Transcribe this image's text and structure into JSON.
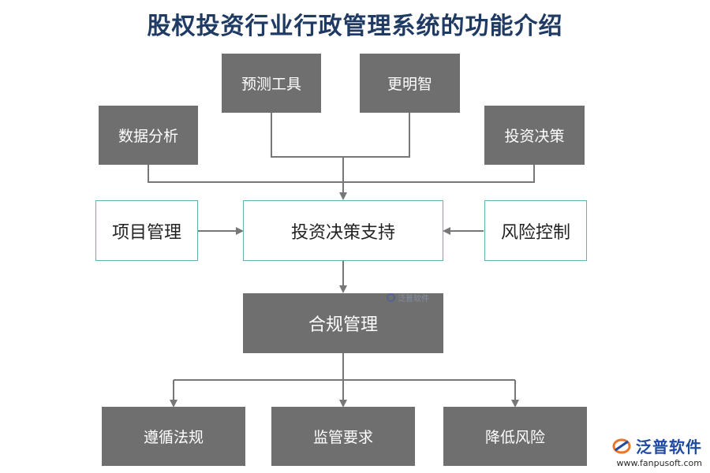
{
  "title": "股权投资行业行政管理系统的功能介绍",
  "colors": {
    "dark_box": "#6f6f6f",
    "outline_border": "#5fb3b3",
    "connector": "#777777",
    "title": "#1f3a63",
    "logo": "#1f4aa0"
  },
  "top_inputs": {
    "predict_tools": "预测工具",
    "bi": "更明智",
    "data_analysis": "数据分析",
    "investment_decision": "投资决策"
  },
  "middle": {
    "project_mgmt": "项目管理",
    "decision_support": "投资决策支持",
    "risk_control": "风险控制"
  },
  "compliance": "合规管理",
  "bottom_outputs": {
    "follow_regulations": "遵循法规",
    "regulatory_requirements": "监管要求",
    "reduce_risk": "降低风险"
  },
  "watermark_center": "泛普软件",
  "logo": {
    "name": "泛普软件",
    "url_text": "www.fanpusoft.com",
    "icon": "fanpu-logo-icon"
  }
}
